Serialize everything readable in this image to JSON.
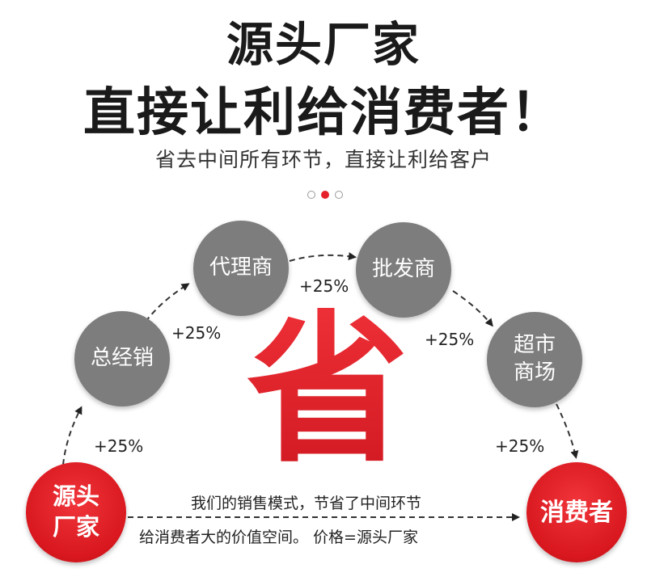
{
  "header": {
    "title_line1": "源头厂家",
    "title_line2": "直接让利给消费者！",
    "subtitle": "省去中间所有环节，直接让利给客户"
  },
  "pager": {
    "count": 3,
    "active_index": 1
  },
  "flow": {
    "source": "源头\n厂家",
    "distributor": "总经销",
    "agent": "代理商",
    "wholesaler": "批发商",
    "supermarket": "超市\n商场",
    "consumer": "消费者",
    "markup_1": "+25%",
    "markup_2": "+25%",
    "markup_3": "+25%",
    "markup_4": "+25%",
    "markup_5": "+25%",
    "center_char": "省"
  },
  "notes": {
    "line1": "我们的销售模式，节省了中间环节",
    "line2": "给消费者大的价值空间。 价格=源头厂家"
  },
  "colors": {
    "accent_red": "#e5222a",
    "node_gray": "#7d7d7d",
    "text_dark": "#1a1a1a"
  }
}
